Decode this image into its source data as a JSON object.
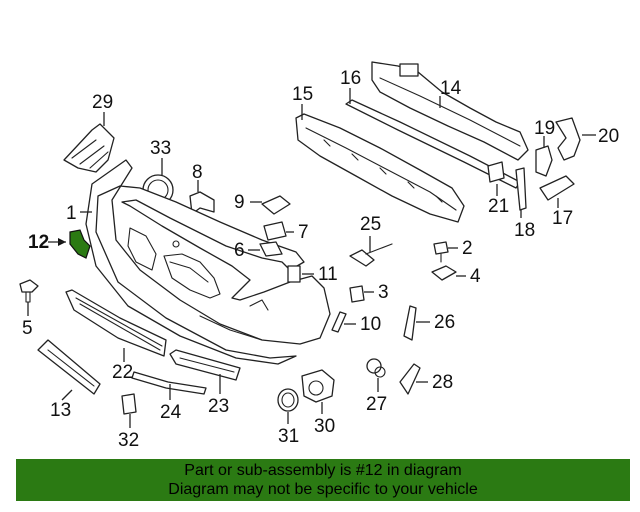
{
  "diagram": {
    "callouts": [
      "29",
      "33",
      "8",
      "16",
      "15",
      "14",
      "19",
      "20",
      "1",
      "9",
      "7",
      "21",
      "18",
      "17",
      "12",
      "6",
      "25",
      "2",
      "11",
      "4",
      "3",
      "10",
      "26",
      "5",
      "22",
      "13",
      "24",
      "23",
      "27",
      "28",
      "32",
      "31",
      "30"
    ],
    "highlighted_callout": "12",
    "highlight_color": "#2b7a13"
  },
  "banner": {
    "line1": "Part or sub-assembly is #12 in diagram",
    "line2": "Diagram may not be specific to your vehicle",
    "background": "#2b7a13"
  }
}
